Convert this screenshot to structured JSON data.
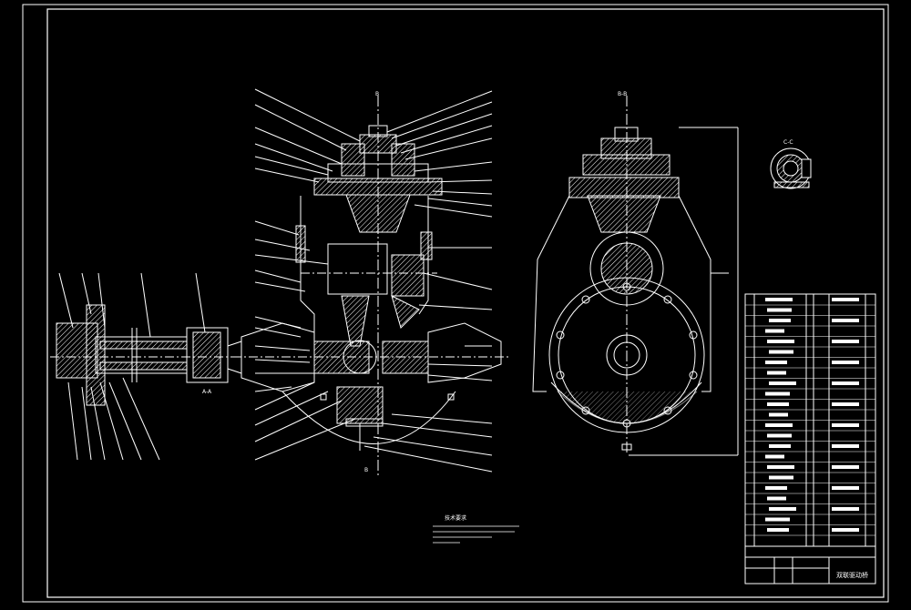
{
  "colors": {
    "background": "#000000",
    "line": "#ffffff",
    "hatch": "#ffffff"
  },
  "title_block": {
    "drawing_title": "双联驱动桥"
  },
  "sections": {
    "left_view_label": "A-A",
    "main_top_label": "B",
    "main_bottom_label": "B",
    "right_view_label": "B-B",
    "detail_label": "C-C"
  },
  "tech_requirements": {
    "title": "技术要求"
  }
}
